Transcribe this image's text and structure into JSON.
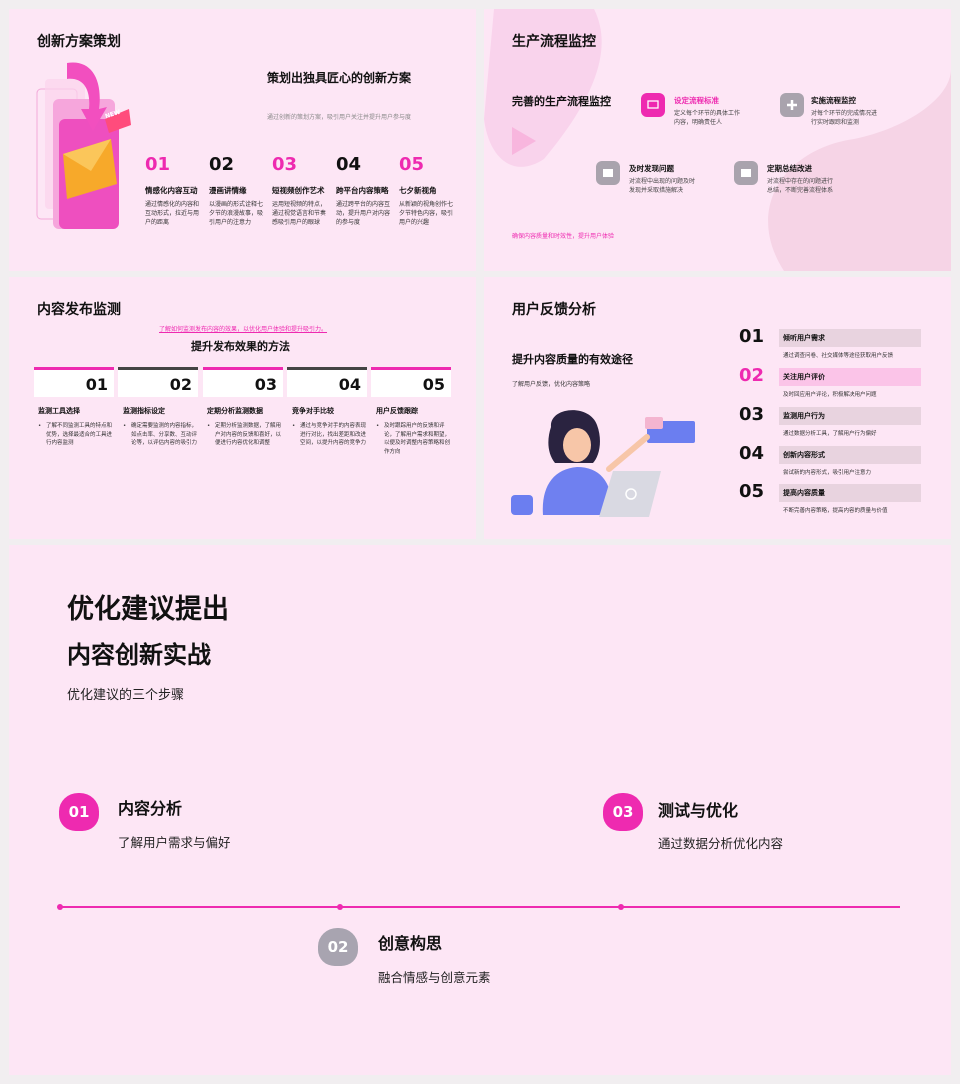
{
  "slide1": {
    "title": "创新方案策划",
    "headline": "策划出独具匠心的创新方案",
    "subtitle": "通过创新的策划方案，吸引用户关注并提升用户参与度",
    "badge": "NEW",
    "items": [
      {
        "num": "01",
        "name": "情感化内容互动",
        "desc": "通过情感化的内容和互动形式，拉近与用户的距离"
      },
      {
        "num": "02",
        "name": "漫画讲情缘",
        "desc": "以漫画的形式诠释七夕节的浪漫故事，吸引用户的注意力"
      },
      {
        "num": "03",
        "name": "短视频创作艺术",
        "desc": "运用短视频的特点，通过视觉语言和节奏感吸引用户的眼球"
      },
      {
        "num": "04",
        "name": "跨平台内容策略",
        "desc": "通过跨平台的内容互动，提升用户对内容的参与度"
      },
      {
        "num": "05",
        "name": "七夕新视角",
        "desc": "从新颖的视角创作七夕节特色内容，吸引用户的兴趣"
      }
    ]
  },
  "slide2": {
    "title": "生产流程监控",
    "headline": "完善的生产流程监控",
    "footer": "确保内容质量和时效性，提升用户体验",
    "items": [
      {
        "name": "设定流程标准",
        "desc": "定义每个环节的具体工作内容，明确责任人"
      },
      {
        "name": "实施流程监控",
        "desc": "对每个环节的完成情况进行实时跟踪和监测"
      },
      {
        "name": "及时发现问题",
        "desc": "对流程中出现的问题及时发现并采取措施解决"
      },
      {
        "name": "定期总结改进",
        "desc": "对流程中存在的问题进行总结，不断完善流程体系"
      }
    ]
  },
  "slide3": {
    "title": "内容发布监测",
    "intro": "了解如何监测发布内容的效果，以优化用户体验和提升吸引力。",
    "headline": "提升发布效果的方法",
    "items": [
      {
        "num": "01",
        "name": "监测工具选择",
        "desc": "了解不同监测工具的特点和优势，选择最适合的工具进行内容监测"
      },
      {
        "num": "02",
        "name": "监测指标设定",
        "desc": "确定需要监测的内容指标，如点击率、分享数、互动评论等，以评估内容的吸引力"
      },
      {
        "num": "03",
        "name": "定期分析监测数据",
        "desc": "定期分析监测数据，了解用户对内容的反馈和喜好，以便进行内容优化和调整"
      },
      {
        "num": "04",
        "name": "竞争对手比较",
        "desc": "通过与竞争对手的内容表现进行对比，找出差距和改进空间，以提升内容的竞争力"
      },
      {
        "num": "05",
        "name": "用户反馈跟踪",
        "desc": "及时跟踪用户的反馈和评论，了解用户需求和期望，以便及时调整内容策略和创作方向"
      }
    ]
  },
  "slide4": {
    "title": "用户反馈分析",
    "headline": "提升内容质量的有效途径",
    "subtitle": "了解用户反馈，优化内容策略",
    "items": [
      {
        "num": "01",
        "name": "倾听用户需求",
        "desc": "通过调查问卷、社交媒体等途径获取用户反馈"
      },
      {
        "num": "02",
        "name": "关注用户评价",
        "desc": "及时回应用户评论，积极解决用户问题"
      },
      {
        "num": "03",
        "name": "监测用户行为",
        "desc": "通过数据分析工具，了解用户行为偏好"
      },
      {
        "num": "04",
        "name": "创新内容形式",
        "desc": "尝试新的内容形式，吸引用户注意力"
      },
      {
        "num": "05",
        "name": "提高内容质量",
        "desc": "不断完善内容策略，提高内容的质量与价值"
      }
    ]
  },
  "slide5": {
    "title": "优化建议提出",
    "subtitle": "内容创新实战",
    "intro": "优化建议的三个步骤",
    "steps": [
      {
        "num": "01",
        "name": "内容分析",
        "desc": "了解用户需求与偏好"
      },
      {
        "num": "02",
        "name": "创意构思",
        "desc": "融合情感与创意元素"
      },
      {
        "num": "03",
        "name": "测试与优化",
        "desc": "通过数据分析优化内容"
      }
    ]
  },
  "colors": {
    "accent": "#ee2ab0",
    "slide_bg": "#fde6f5",
    "grey_badge": "#a8a4b0"
  }
}
